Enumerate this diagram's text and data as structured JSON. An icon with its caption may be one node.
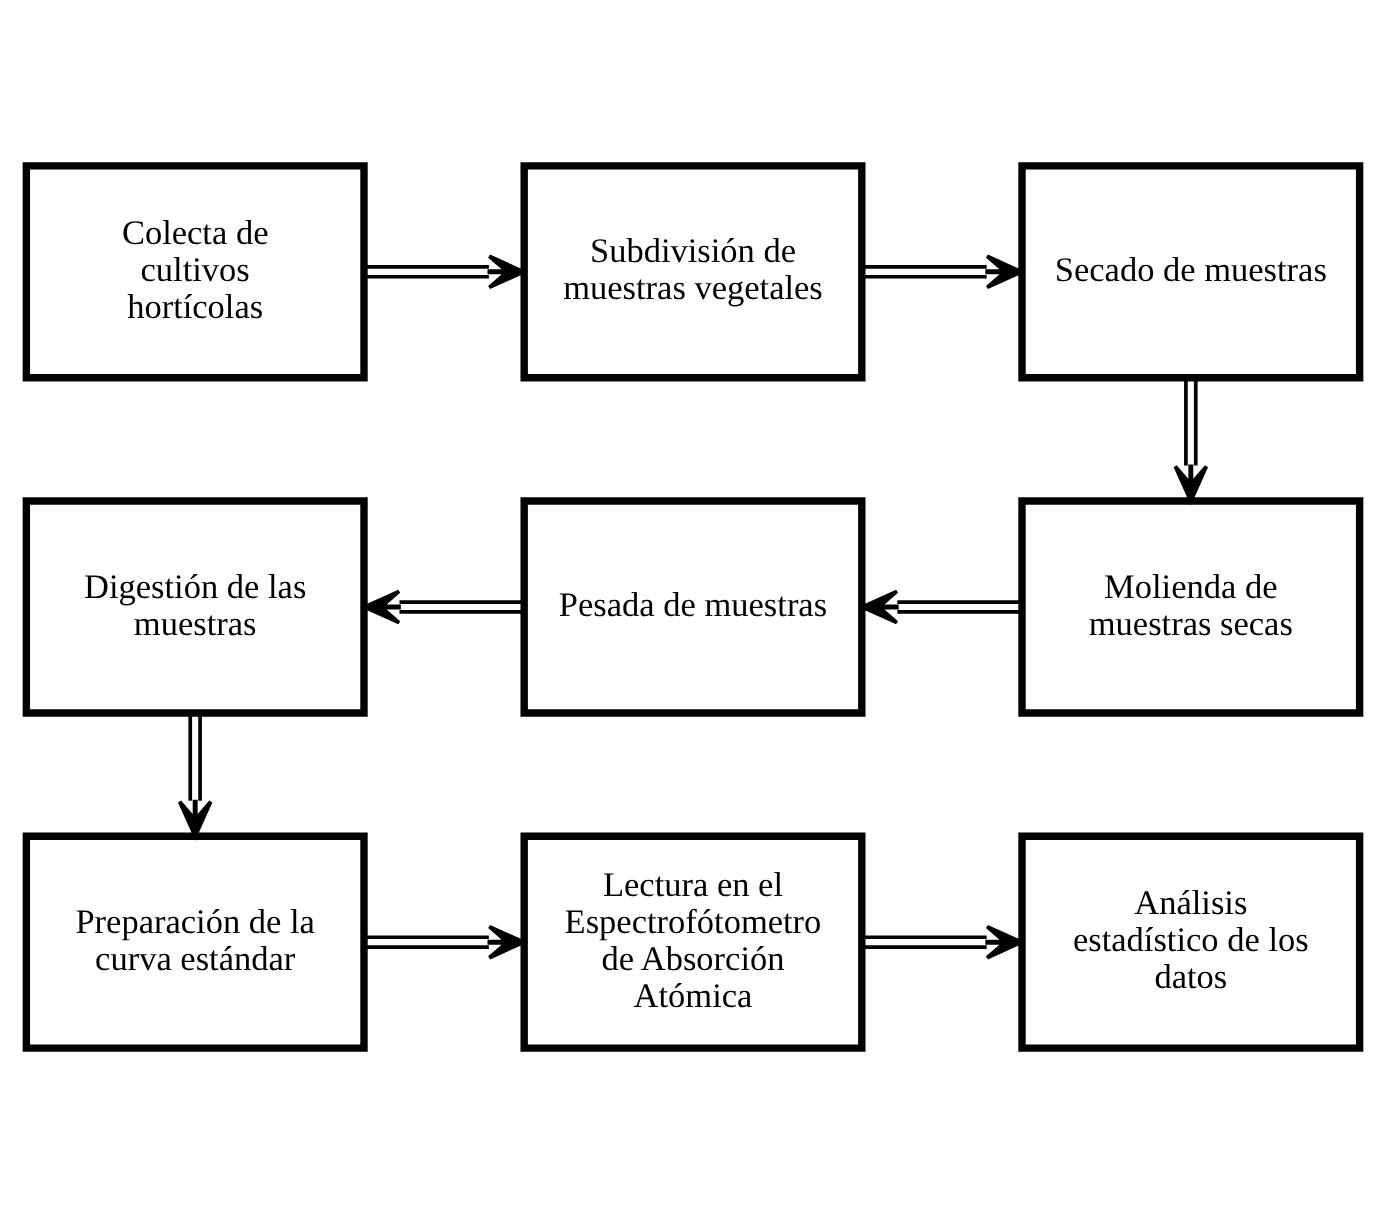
{
  "diagram": {
    "nodes": [
      {
        "text": [
          "Colecta de cultivos hortícolas"
        ]
      },
      {
        "text": [
          "Subdivisión de muestras vegetales"
        ]
      },
      {
        "text": [
          "Secado de muestras"
        ]
      },
      {
        "text": [
          "Molienda de muestras secas"
        ]
      },
      {
        "text": [
          "Pesada de muestras"
        ]
      },
      {
        "text": [
          "Digestión de las muestras"
        ]
      },
      {
        "text": [
          "Preparación de la curva estándar"
        ]
      },
      {
        "text": [
          "Lectura en el Espectrofótometro de Absorción Atómica"
        ]
      },
      {
        "text": [
          "Análisis estadístico de los datos"
        ]
      }
    ],
    "edges": [
      {
        "from": 0,
        "to": 1,
        "arrow": "to"
      },
      {
        "from": 1,
        "to": 2,
        "arrow": "to"
      },
      {
        "from": 2,
        "to": 3,
        "arrow": "to"
      },
      {
        "from": 3,
        "to": 4,
        "arrow": "to"
      },
      {
        "from": 4,
        "to": 5,
        "arrow": "to"
      },
      {
        "from": 5,
        "to": 6,
        "arrow": "to"
      },
      {
        "from": 6,
        "to": 7,
        "arrow": "to"
      },
      {
        "from": 7,
        "to": 8,
        "arrow": "to"
      }
    ]
  }
}
